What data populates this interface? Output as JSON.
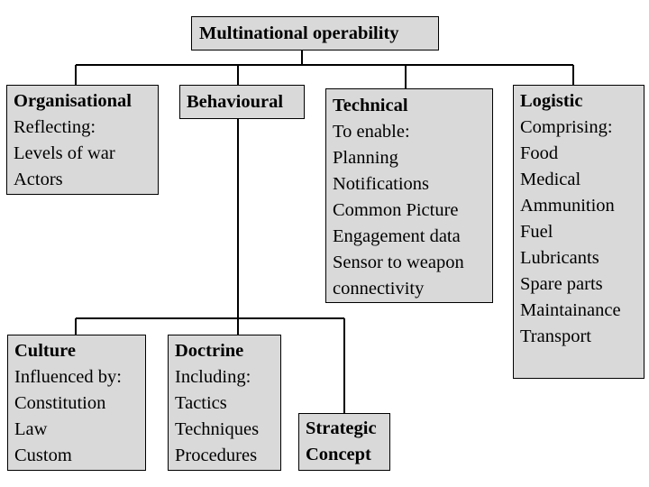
{
  "root": {
    "title": "Multinational operability"
  },
  "organisational": {
    "title": "Organisational",
    "lines": [
      "Reflecting:",
      "Levels of war",
      "Actors"
    ]
  },
  "behavioural": {
    "title": "Behavioural"
  },
  "technical": {
    "title": "Technical",
    "lines": [
      "To enable:",
      "Planning",
      "Notifications",
      "Common Picture",
      "Engagement data",
      "Sensor to weapon",
      "connectivity"
    ]
  },
  "logistic": {
    "title": "Logistic",
    "lines": [
      "Comprising:",
      "Food",
      "Medical",
      "Ammunition",
      "Fuel",
      "Lubricants",
      "Spare parts",
      "Maintainance",
      "Transport"
    ]
  },
  "culture": {
    "title": "Culture",
    "lines": [
      "Influenced by:",
      "Constitution",
      "Law",
      "Custom"
    ]
  },
  "doctrine": {
    "title": "Doctrine",
    "lines": [
      "Including:",
      "Tactics",
      "Techniques",
      "Procedures"
    ]
  },
  "strategic": {
    "title_lines": [
      "Strategic",
      "Concept"
    ]
  },
  "colors": {
    "box_fill": "#d9d9d9",
    "line": "#000000"
  }
}
